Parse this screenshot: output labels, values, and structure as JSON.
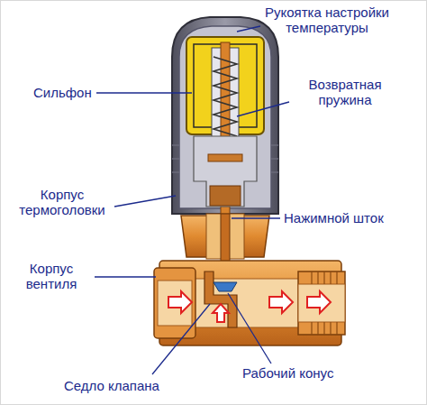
{
  "diagram": {
    "labels": [
      "Рукоятка настройки температуры",
      "Сильфон",
      "Возвратная пружина",
      "Корпус термоголовки",
      "Нажимной шток",
      "Корпус вентиля",
      "Седло клапана",
      "Рабочий конус"
    ]
  }
}
